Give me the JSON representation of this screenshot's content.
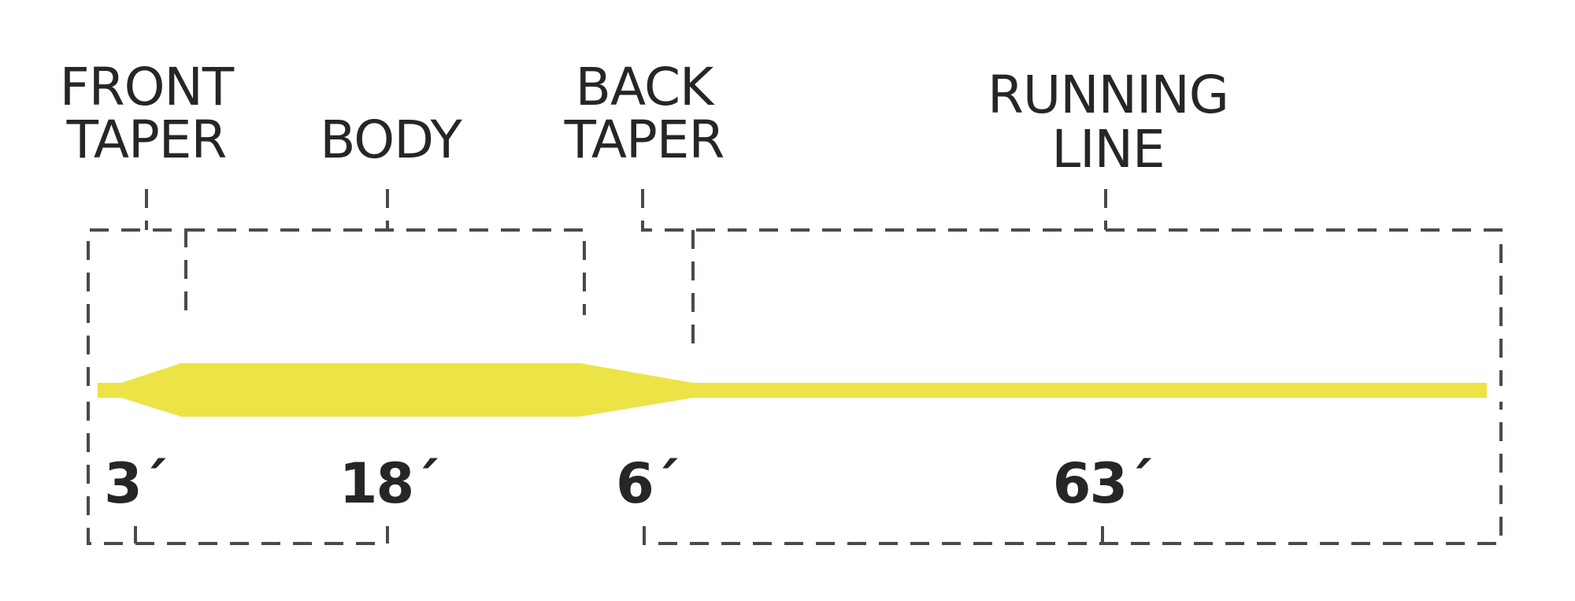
{
  "sections": [
    {
      "id": "front-taper",
      "label_lines": [
        "FRONT",
        "TAPER"
      ],
      "length": "3´"
    },
    {
      "id": "body",
      "label_lines": [
        "BODY"
      ],
      "length": "18´"
    },
    {
      "id": "back-taper",
      "label_lines": [
        "BACK",
        "TAPER"
      ],
      "length": "6´"
    },
    {
      "id": "running-line",
      "label_lines": [
        "RUNNING",
        "LINE"
      ],
      "length": "63´"
    }
  ],
  "colors": {
    "line": "#ece346",
    "text": "#262626",
    "dash": "#4a4a4a",
    "background": "#ffffff"
  }
}
